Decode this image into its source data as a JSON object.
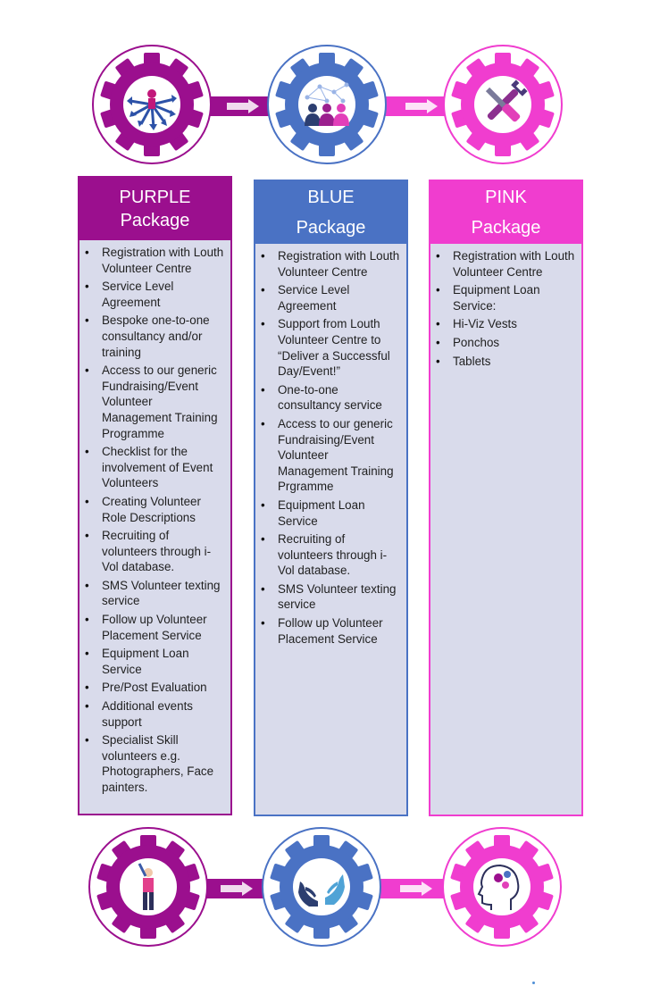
{
  "colors": {
    "purple": "#9b0f8e",
    "blue": "#4a72c4",
    "pink": "#f03dcf",
    "body_fill": "#d9dbeb"
  },
  "top_row": {
    "gears": [
      {
        "name": "purple-gear",
        "icon": "network-arrows-icon"
      },
      {
        "name": "blue-gear",
        "icon": "team-network-icon"
      },
      {
        "name": "pink-gear",
        "icon": "tools-icon"
      }
    ]
  },
  "bottom_row": {
    "gears": [
      {
        "name": "purple-gear",
        "icon": "volunteer-person-icon"
      },
      {
        "name": "blue-gear",
        "icon": "helping-hands-icon"
      },
      {
        "name": "pink-gear",
        "icon": "head-gears-icon"
      }
    ]
  },
  "packages": [
    {
      "title_line1": "PURPLE",
      "title_line2": "Package",
      "items": [
        "Registration with Louth Volunteer Centre",
        "Service Level Agreement",
        "Bespoke one-to-one consultancy and/or training",
        "Access to our generic Fundraising/Event Volunteer Management Training Programme",
        "Checklist for the involvement of Event Volunteers",
        "Creating Volunteer Role Descriptions",
        "Recruiting of volunteers through i-Vol database.",
        "SMS Volunteer texting service",
        "Follow up Volunteer Placement Service",
        "Equipment Loan Service",
        "Pre/Post Evaluation",
        "Additional events support",
        "Specialist Skill volunteers e.g. Photographers, Face painters."
      ]
    },
    {
      "title_line1": "BLUE",
      "title_line2": "Package",
      "items": [
        "Registration with Louth Volunteer Centre",
        "Service Level Agreement",
        "Support from Louth Volunteer Centre to “Deliver a Successful Day/Event!”",
        "One-to-one consultancy service",
        "Access to our generic Fundraising/Event Volunteer Management Training Prgramme",
        "Equipment Loan Service",
        "Recruiting of volunteers through i-Vol database.",
        "SMS Volunteer texting service",
        "Follow up Volunteer Placement Service"
      ]
    },
    {
      "title_line1": "PINK",
      "title_line2": "Package",
      "items": [
        "Registration with Louth Volunteer Centre",
        "Equipment Loan Service:",
        "Hi-Viz Vests",
        "Ponchos",
        "Tablets"
      ]
    }
  ]
}
